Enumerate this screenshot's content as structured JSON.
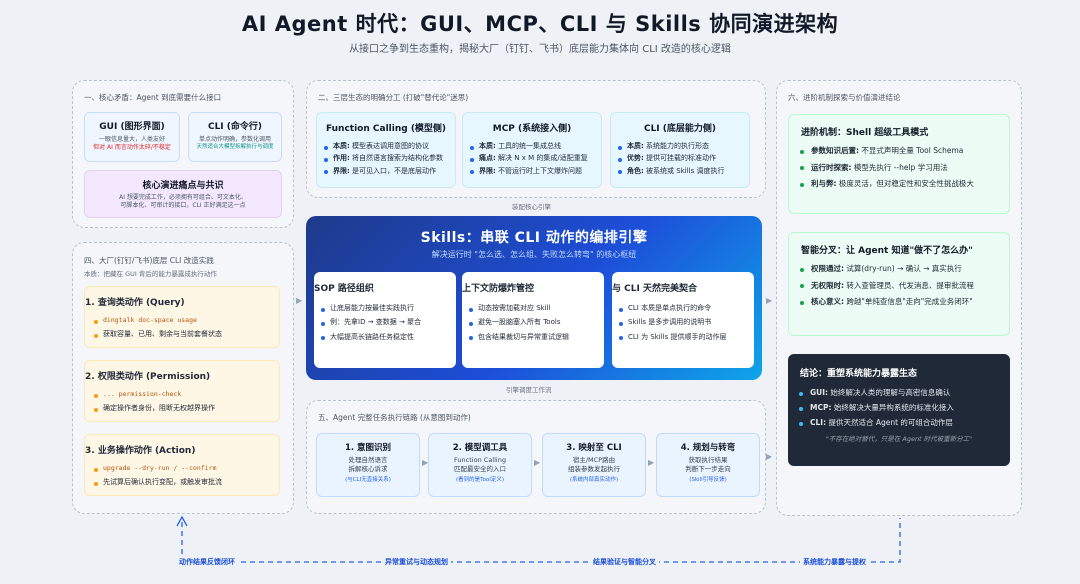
{
  "header": {
    "title": "AI Agent 时代：GUI、MCP、CLI 与 Skills 协同演进架构",
    "subtitle": "从接口之争到生态重构，揭秘大厂（钉钉、飞书）底层能力集体向 CLI 改造的核心逻辑"
  },
  "sec1": {
    "title": "一、核心矛盾：Agent 到底需要什么接口",
    "gui": {
      "title": "GUI (图形界面)",
      "line1": "一眼信息量大，人类友好",
      "line2": "但对 AI 而言动作太碎/不稳定"
    },
    "cli": {
      "title": "CLI (命令行)",
      "line1": "单点动作明确，参数化调用",
      "line2": "天然适合大模型拆解执行与调度"
    },
    "core": {
      "title": "核心演进痛点与共识",
      "line1": "AI 想要完成工作，必须拥有可组合、可文本化、",
      "line2": "可脚本化、可审计的接口，CLI 正好满足这一点"
    }
  },
  "sec2": {
    "title": "二、三层生态的明确分工 (打破\"替代论\"迷思)",
    "cols": [
      {
        "title": "Function Calling (模型侧)",
        "items": [
          {
            "k": "本质:",
            "v": " 模型表达调用意图的协议"
          },
          {
            "k": "作用:",
            "v": " 将自然语言搜索为结构化参数"
          },
          {
            "k": "界限:",
            "v": " 是可见入口，不是底层动作"
          }
        ]
      },
      {
        "title": "MCP (系统接入侧)",
        "items": [
          {
            "k": "本质:",
            "v": " 工具的统一集成总线"
          },
          {
            "k": "痛点:",
            "v": " 解决 N x M 的集成/适配重复"
          },
          {
            "k": "界限:",
            "v": " 不管运行时上下文爆炸问题"
          }
        ]
      },
      {
        "title": "CLI (底层能力侧)",
        "items": [
          {
            "k": "本质:",
            "v": " 系统能力的执行形态"
          },
          {
            "k": "优势:",
            "v": " 提供可挂载的标准动作"
          },
          {
            "k": "角色:",
            "v": " 被系统或 Skills 调度执行"
          }
        ]
      }
    ],
    "link_label": "装配核心引擎"
  },
  "skills": {
    "title": "Skills：串联 CLI 动作的编排引擎",
    "subtitle": "解决运行时 \"怎么选、怎么组、失败怎么转弯\" 的核心枢纽",
    "cards": [
      {
        "title": "SOP 路径组织",
        "items": [
          "让底层能力按最佳实践执行",
          "例：先拿ID → 查数据 → 聚合",
          "大幅提高长链路任务稳定性"
        ]
      },
      {
        "title": "上下文防爆炸管控",
        "items": [
          "动态按需加载对应 Skill",
          "避免一股脑塞入所有 Tools",
          "包含结果裁切与异常重试逻辑"
        ]
      },
      {
        "title": "与 CLI 天然完美契合",
        "items": [
          "CLI 本质是单点执行的命令",
          "Skills 是多步调用的说明书",
          "CLI 为 Skills 提供顺手的动作层"
        ]
      }
    ],
    "bottom_label": "引擎调度工作流"
  },
  "sec4": {
    "title": "四、大厂(钉钉/飞书)底层 CLI 改造实践",
    "note": "本质：把藏在 GUI 背后的能力暴露成执行动作",
    "boxes": [
      {
        "title": "1. 查询类动作 (Query)",
        "code": "dingtalk doc-space usage",
        "text": "获取容量、已用、剩余与当前套餐状态"
      },
      {
        "title": "2. 权限类动作 (Permission)",
        "code": "... permission-check",
        "text": "确定操作者身份，阻断无权越界操作"
      },
      {
        "title": "3. 业务操作动作 (Action)",
        "code": "upgrade --dry-run / --confirm",
        "text": "先试算后确认执行变配，或触发审批流"
      }
    ]
  },
  "sec5": {
    "title": "五、Agent 完整任务执行链路 (从意图到动作)",
    "steps": [
      {
        "title": "1. 意图识别",
        "l1": "处理自然语言",
        "l2": "拆解核心诉求",
        "s": "(与CLI无直接关系)"
      },
      {
        "title": "2. 模型调工具",
        "l1": "Function Calling",
        "l2": "匹配最安全的入口",
        "s": "(看到的是Tool定义)"
      },
      {
        "title": "3. 映射至 CLI",
        "l1": "宿主/MCP路由",
        "l2": "组装参数发起执行",
        "s": "(系统内部真实动作)"
      },
      {
        "title": "4. 规划与转弯",
        "l1": "获取执行结果",
        "l2": "判断下一步走向",
        "s": "(Skill引导反馈)"
      }
    ]
  },
  "sec6": {
    "title": "六、进阶机制探索与价值演进结论",
    "shell": {
      "title": "进阶机制：Shell 超级工具模式",
      "items": [
        {
          "k": "参数知识后置:",
          "v": " 不显式声明全量 Tool Schema"
        },
        {
          "k": "运行时探索:",
          "v": " 模型先执行 --help 学习用法"
        },
        {
          "k": "利与弊:",
          "v": " 极度灵活，但对稳定性和安全性挑战极大"
        }
      ]
    },
    "smart": {
      "title": "智能分叉：让 Agent 知道\"做不了怎么办\"",
      "items": [
        {
          "k": "权限通过:",
          "v": " 试算(dry-run) → 确认 → 真实执行"
        },
        {
          "k": "无权限时:",
          "v": " 转入查管理员、代发消息、提审批流程"
        },
        {
          "k": "核心意义:",
          "v": " 跨越\"单纯查信息\"走向\"完成业务闭环\""
        }
      ]
    },
    "conclusion": {
      "title": "结论：重塑系统能力暴露生态",
      "items": [
        {
          "k": "GUI:",
          "v": " 始终解决人类的理解与高密信息确认"
        },
        {
          "k": "MCP:",
          "v": " 始终解决大量异构系统的标准化接入"
        },
        {
          "k": "CLI:",
          "v": " 提供天然适合 Agent 的可组合动作层"
        }
      ],
      "quote": "\"不存在绝对替代，只是在 Agent 时代被重新分工\""
    }
  },
  "feedback": {
    "labels": [
      "动作结果反馈闭环",
      "异常重试与动态规划",
      "结果验证与智能分叉",
      "系统能力暴露与提权"
    ]
  }
}
